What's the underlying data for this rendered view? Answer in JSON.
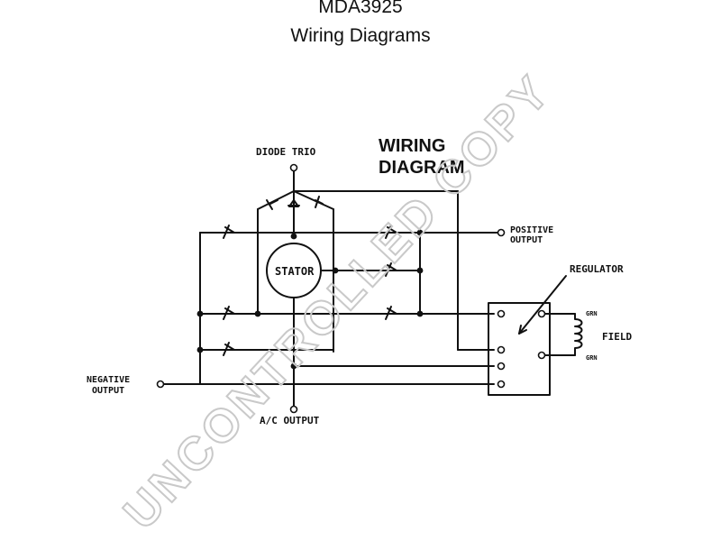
{
  "header": {
    "title": "MDA3925",
    "subtitle": "Wiring Diagrams"
  },
  "diagram": {
    "heading_line1": "WIRING",
    "heading_line2": "DIAGRAM",
    "labels": {
      "diode_trio": "DIODE TRIO",
      "positive_output_1": "POSITIVE",
      "positive_output_2": "OUTPUT",
      "stator": "STATOR",
      "regulator": "REGULATOR",
      "field": "FIELD",
      "grn_top": "GRN",
      "grn_bottom": "GRN",
      "negative_output_1": "NEGATIVE",
      "negative_output_2": "OUTPUT",
      "ac_output": "A/C OUTPUT"
    }
  },
  "watermark": {
    "text": "UNCONTROLLED COPY",
    "color": "#c9c9c9"
  }
}
